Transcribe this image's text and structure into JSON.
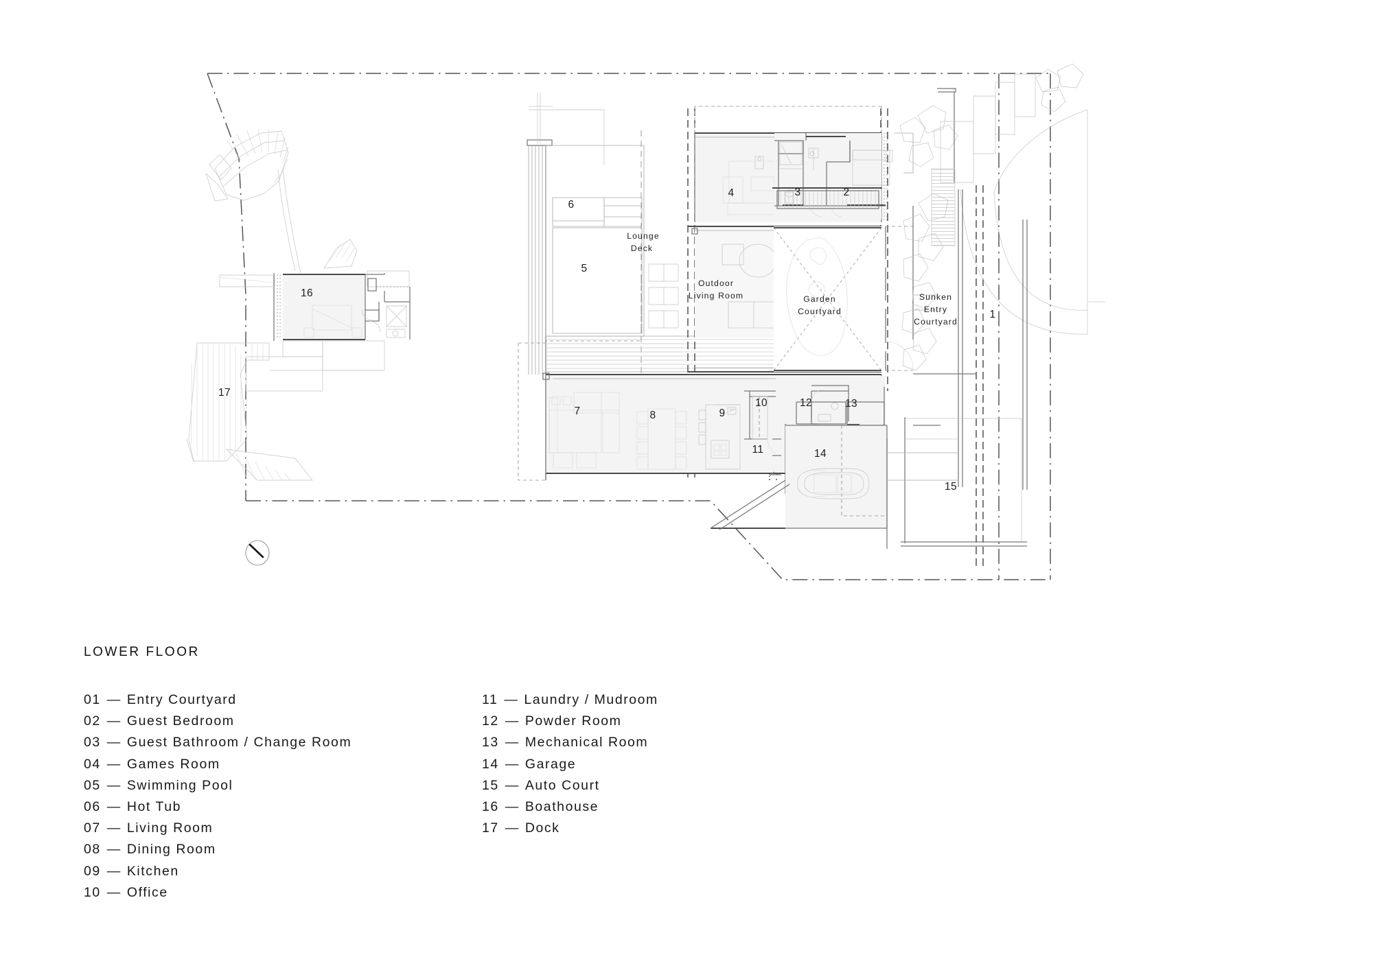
{
  "drawing": {
    "title": "LOWER FLOOR",
    "north_indicator": "north-arrow",
    "plan_labels": {
      "lounge_deck_line1": "Lounge",
      "lounge_deck_line2": "Deck",
      "outdoor_living_line1": "Outdoor",
      "outdoor_living_line2": "Living Room",
      "garden_courtyard_line1": "Garden",
      "garden_courtyard_line2": "Courtyard",
      "sunken_entry_line1": "Sunken",
      "sunken_entry_line2": "Entry",
      "sunken_entry_line3": "Courtyard"
    },
    "room_tags": {
      "t1": "1",
      "t2": "2",
      "t3": "3",
      "t4": "4",
      "t5": "5",
      "t6": "6",
      "t7": "7",
      "t8": "8",
      "t9": "9",
      "t10": "10",
      "t11": "11",
      "t12": "12",
      "t13": "13",
      "t14": "14",
      "t15": "15",
      "t16": "16",
      "t17": "17"
    },
    "colors": {
      "paper": "#ffffff",
      "room_fill": "#f4f4f4",
      "wall_heavy": "#4a4a4a",
      "wall_medium": "#777777",
      "wall_light": "#a8a8a8",
      "text": "#1a1a1a",
      "property_line": "#555555"
    }
  },
  "legend": {
    "separator": "—",
    "left_column": [
      {
        "num": "01",
        "label": "Entry Courtyard"
      },
      {
        "num": "02",
        "label": "Guest Bedroom"
      },
      {
        "num": "03",
        "label": "Guest Bathroom / Change Room"
      },
      {
        "num": "04",
        "label": "Games Room"
      },
      {
        "num": "05",
        "label": "Swimming Pool"
      },
      {
        "num": "06",
        "label": "Hot Tub"
      },
      {
        "num": "07",
        "label": "Living Room"
      },
      {
        "num": "08",
        "label": "Dining Room"
      },
      {
        "num": "09",
        "label": "Kitchen"
      },
      {
        "num": "10",
        "label": "Office"
      }
    ],
    "right_column": [
      {
        "num": "11",
        "label": "Laundry / Mudroom"
      },
      {
        "num": "12",
        "label": "Powder Room"
      },
      {
        "num": "13",
        "label": "Mechanical Room"
      },
      {
        "num": "14",
        "label": "Garage"
      },
      {
        "num": "15",
        "label": "Auto Court"
      },
      {
        "num": "16",
        "label": "Boathouse"
      },
      {
        "num": "17",
        "label": "Dock"
      }
    ]
  }
}
